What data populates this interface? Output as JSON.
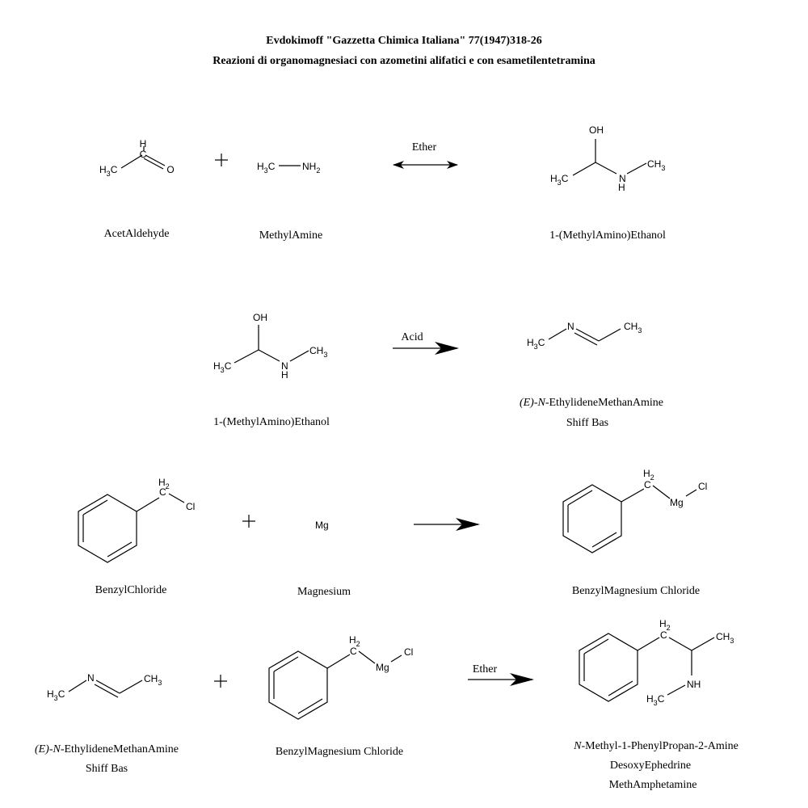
{
  "header": {
    "line1": "Evdokimoff  \"Gazzetta Chimica Italiana\"  77(1947)318-26",
    "line2": "Reazioni di organomagnesiaci con azometini alifatici e con esametilentetramina"
  },
  "atoms": {
    "H": "H",
    "C": "C",
    "O": "O",
    "OH": "OH",
    "NH": "NH",
    "N": "N",
    "Cl": "Cl",
    "Mg": "Mg",
    "H3C_main": "H",
    "H3C_tail": "C",
    "CH3_main": "CH",
    "NH2_main": "NH",
    "sub2": "2",
    "sub3": "3"
  },
  "reaction1": {
    "reactant1_name": "AcetAldehyde",
    "reactant2_name": "MethylAmine",
    "condition": "Ether",
    "product_name": "1-(MethylAmino)Ethanol"
  },
  "reaction2": {
    "reactant_name": "1-(MethylAmino)Ethanol",
    "condition": "Acid",
    "product_italic_prefix": "(E)-N-",
    "product_name_rest": "EthylideneMethanAmine",
    "product_name_line2": "Shiff  Bas"
  },
  "reaction3": {
    "reactant1_name": "BenzylChloride",
    "reactant2_name": "Magnesium",
    "product_name": "BenzylMagnesium Chloride"
  },
  "reaction4": {
    "reactant1_italic_prefix": "(E)-N-",
    "reactant1_name_rest": "EthylideneMethanAmine",
    "reactant1_name_line2": "Shiff Bas",
    "reactant2_name": "BenzylMagnesium Chloride",
    "condition": "Ether",
    "product_italic_prefix": "N-",
    "product_name_rest": "Methyl-1-PhenylPropan-2-Amine",
    "product_name_line2": "DesoxyEphedrine",
    "product_name_line3": "MethAmphetamine"
  },
  "plus_sign": "+"
}
